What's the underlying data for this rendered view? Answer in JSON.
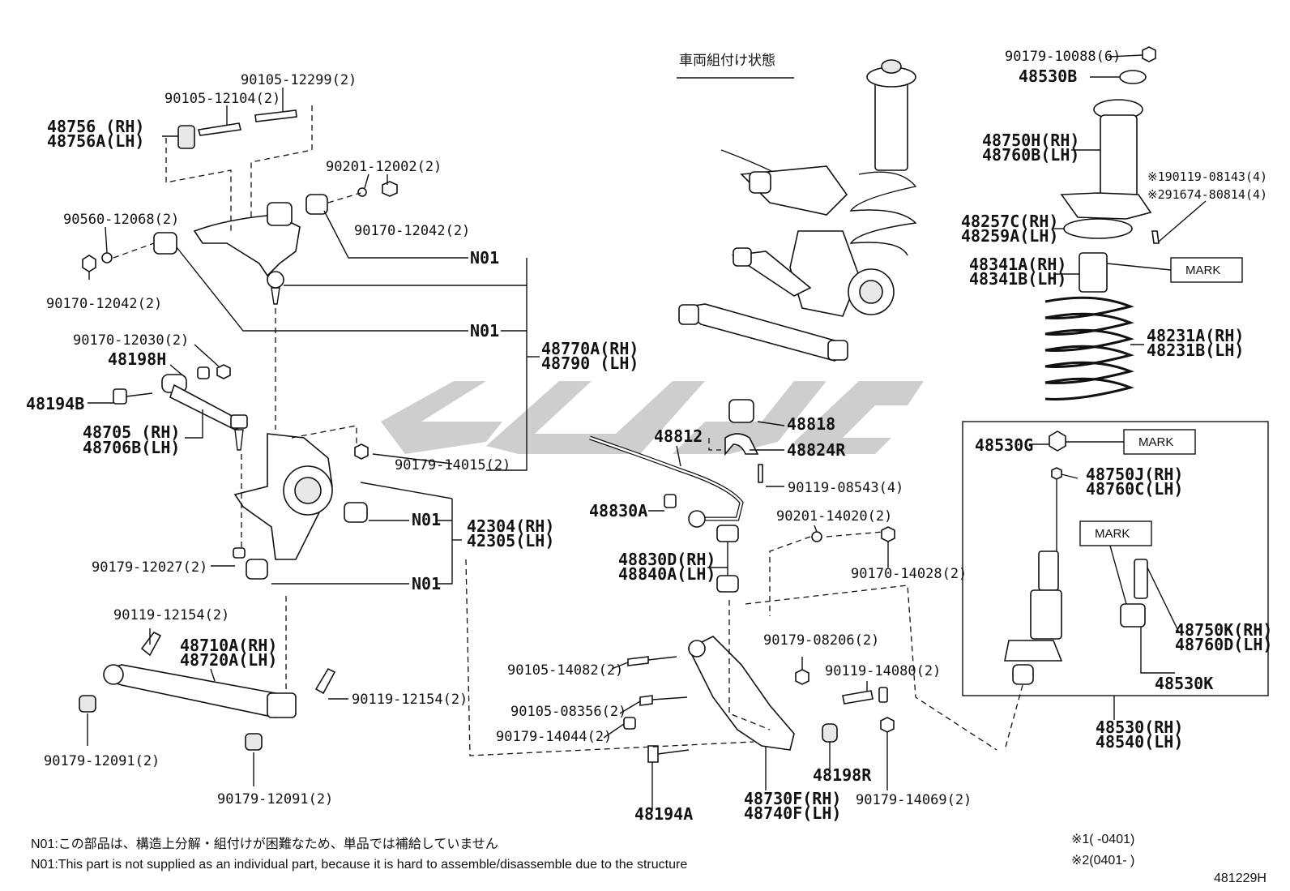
{
  "assembly_caption": "車両組付け状態",
  "diagram_code": "481229H",
  "notes": {
    "jp": "N01:この部品は、構造上分解・組付けが困難なため、単品では補給していません",
    "en": "N01:This part is not supplied as an individual part, because it is hard to assemble/disassemble due to the structure"
  },
  "footnotes": {
    "f1": "※1(    -0401)",
    "f2": "※2(0401-    )"
  },
  "mark_label": "MARK",
  "n01": "N01",
  "parts": {
    "p90105_12299": "90105-12299(2)",
    "p90105_12104": "90105-12104(2)",
    "p48756_rh": "48756 (RH)",
    "p48756a_lh": "48756A(LH)",
    "p90201_12002": "90201-12002(2)",
    "p90560_12068": "90560-12068(2)",
    "p90170_12042_r": "90170-12042(2)",
    "p90170_12042_l": "90170-12042(2)",
    "p90170_12030": "90170-12030(2)",
    "p48198h": "48198H",
    "p48194b": "48194B",
    "p48705_rh": "48705 (RH)",
    "p48706b_lh": "48706B(LH)",
    "p48770a_rh": "48770A(RH)",
    "p48790_lh": "48790 (LH)",
    "p90179_14015": "90179-14015(2)",
    "p42304_rh": "42304(RH)",
    "p42305_lh": "42305(LH)",
    "p90179_12027": "90179-12027(2)",
    "p90119_12154_a": "90119-12154(2)",
    "p90119_12154_b": "90119-12154(2)",
    "p48710a_rh": "48710A(RH)",
    "p48720a_lh": "48720A(LH)",
    "p90179_12091_a": "90179-12091(2)",
    "p90179_12091_b": "90179-12091(2)",
    "p48812": "48812",
    "p48818": "48818",
    "p48824r": "48824R",
    "p90119_08543": "90119-08543(4)",
    "p48830a": "48830A",
    "p48830d_rh": "48830D(RH)",
    "p48840a_lh": "48840A(LH)",
    "p90201_14020": "90201-14020(2)",
    "p90170_14028": "90170-14028(2)",
    "p90179_08206": "90179-08206(2)",
    "p90105_14082": "90105-14082(2)",
    "p90119_14080": "90119-14080(2)",
    "p90105_08356": "90105-08356(2)",
    "p90179_14044": "90179-14044(2)",
    "p48198r": "48198R",
    "p48730f_rh": "48730F(RH)",
    "p48740f_lh": "48740F(LH)",
    "p90179_14069": "90179-14069(2)",
    "p48194a": "48194A",
    "p90179_10088": "90179-10088(6)",
    "p48530b": "48530B",
    "p48750h_rh": "48750H(RH)",
    "p48760b_lh": "48760B(LH)",
    "p90119_08143": "※190119-08143(4)",
    "p91674_80814": "※291674-80814(4)",
    "p48257c_rh": "48257C(RH)",
    "p48259a_lh": "48259A(LH)",
    "p48341a_rh": "48341A(RH)",
    "p48341b_lh": "48341B(LH)",
    "p48231a_rh": "48231A(RH)",
    "p48231b_lh": "48231B(LH)",
    "p48530g": "48530G",
    "p48750j_rh": "48750J(RH)",
    "p48760c_lh": "48760C(LH)",
    "p48750k_rh": "48750K(RH)",
    "p48760d_lh": "48760D(LH)",
    "p48530k": "48530K",
    "p48530_rh": "48530(RH)",
    "p48540_lh": "48540(LH)"
  }
}
